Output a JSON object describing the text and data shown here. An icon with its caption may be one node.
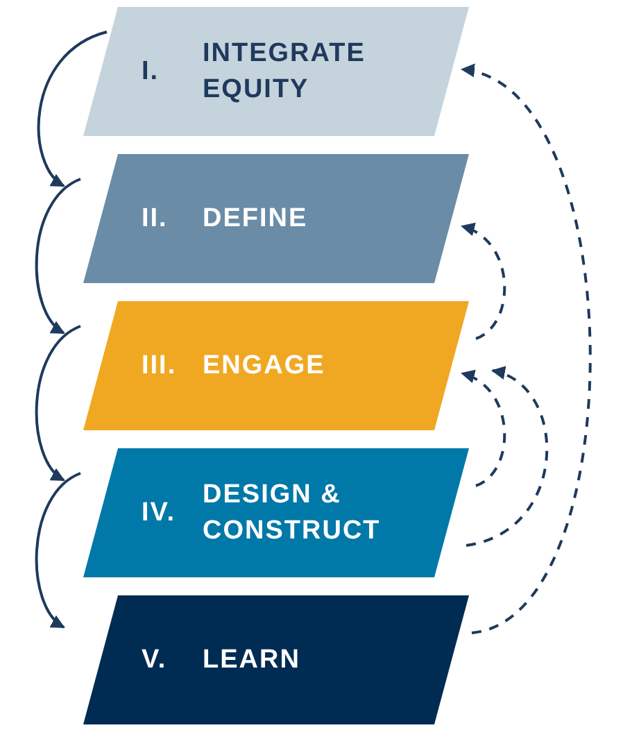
{
  "diagram": {
    "nodes": [
      {
        "text": [
          "I.",
          "INTEGRATE EQUITY"
        ]
      },
      {
        "text": [
          "II.",
          "DEFINE"
        ]
      },
      {
        "text": [
          "III.",
          "ENGAGE"
        ]
      },
      {
        "text": [
          "IV.",
          "DESIGN & CONSTRUCT"
        ]
      },
      {
        "text": [
          "V.",
          "LEARN"
        ]
      }
    ],
    "edges": [
      {
        "from": 0,
        "to": 1,
        "arrow": "to"
      },
      {
        "from": 1,
        "to": 2,
        "arrow": "to"
      },
      {
        "from": 2,
        "to": 3,
        "arrow": "to"
      },
      {
        "from": 3,
        "to": 4,
        "arrow": "to"
      },
      {
        "from": 2,
        "to": 1,
        "arrow": "to",
        "style": "dashed"
      },
      {
        "from": 3,
        "to": 2,
        "arrow": "to",
        "style": "dashed"
      },
      {
        "from": 3,
        "to": 2,
        "arrow": "to",
        "style": "dashed"
      },
      {
        "from": 4,
        "to": 0,
        "arrow": "to",
        "style": "dashed"
      }
    ]
  }
}
